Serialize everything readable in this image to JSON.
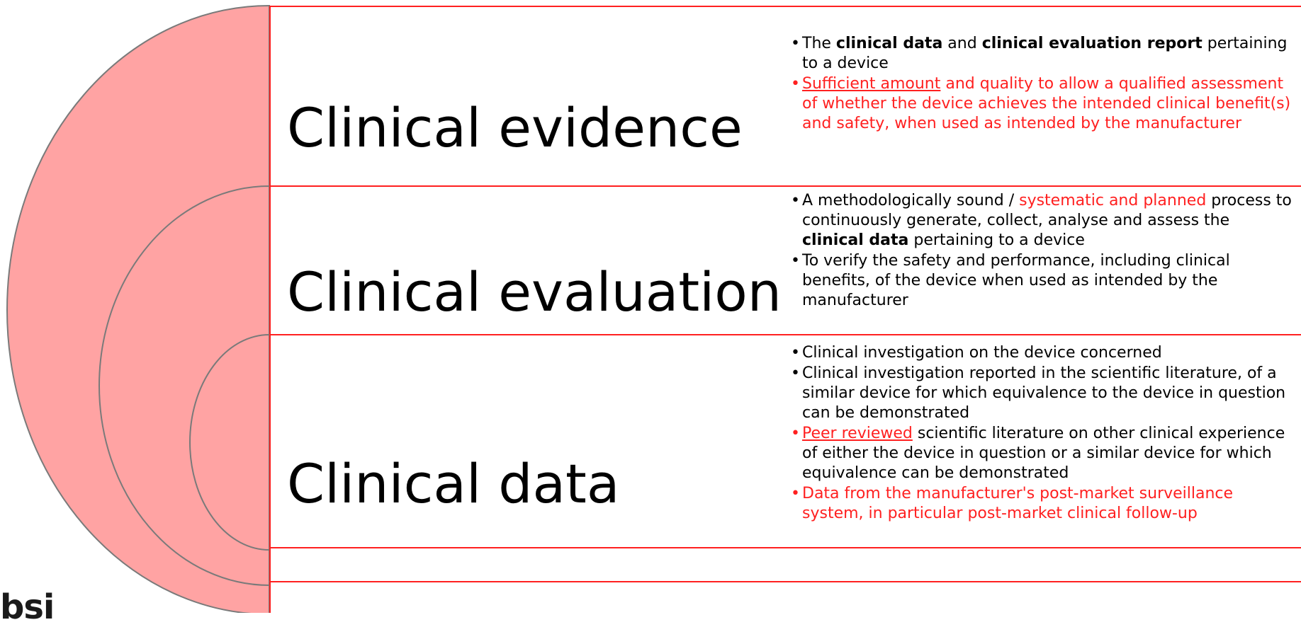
{
  "rows": [
    {
      "term": "Clinical evidence",
      "bullets": [
        {
          "parts": [
            {
              "text": "The ",
              "bold": false,
              "red": false,
              "underline": false
            },
            {
              "text": "clinical data",
              "bold": true,
              "red": false,
              "underline": false
            },
            {
              "text": " and ",
              "bold": false,
              "red": false,
              "underline": false
            },
            {
              "text": "clinical evaluation report",
              "bold": true,
              "red": false,
              "underline": false
            },
            {
              "text": " pertaining to a device",
              "bold": false,
              "red": false,
              "underline": false
            }
          ]
        },
        {
          "red_bullet": true,
          "parts": [
            {
              "text": "Sufficient amount",
              "bold": false,
              "red": true,
              "underline": true
            },
            {
              "text": " and quality to allow a qualified assessment of whether the device achieves the intended clinical benefit(s) and safety, when used as intended by the manufacturer",
              "bold": false,
              "red": true,
              "underline": false
            }
          ]
        }
      ]
    },
    {
      "term": "Clinical evaluation",
      "bullets": [
        {
          "parts": [
            {
              "text": "A methodologically sound / ",
              "bold": false,
              "red": false,
              "underline": false
            },
            {
              "text": "systematic and planned",
              "bold": false,
              "red": true,
              "underline": false
            },
            {
              "text": " process to continuously generate, collect, analyse and assess the ",
              "bold": false,
              "red": false,
              "underline": false
            },
            {
              "text": "clinical data",
              "bold": true,
              "red": false,
              "underline": false
            },
            {
              "text": " pertaining to a device",
              "bold": false,
              "red": false,
              "underline": false
            }
          ]
        },
        {
          "parts": [
            {
              "text": "To verify the safety and performance, including clinical benefits, of the device when used as intended by the manufacturer",
              "bold": false,
              "red": false,
              "underline": false
            }
          ]
        }
      ]
    },
    {
      "term": "Clinical data",
      "bullets": [
        {
          "parts": [
            {
              "text": "Clinical investigation on the device concerned",
              "bold": false,
              "red": false,
              "underline": false
            }
          ]
        },
        {
          "parts": [
            {
              "text": "Clinical investigation reported in the scientific literature, of a similar device for which equivalence to the device in question can be demonstrated",
              "bold": false,
              "red": false,
              "underline": false
            }
          ]
        },
        {
          "red_bullet": true,
          "parts": [
            {
              "text": "Peer reviewed",
              "bold": false,
              "red": true,
              "underline": true
            },
            {
              "text": " scientific literature on other clinical experience of either the device in question or a similar device for which equivalence can be demonstrated",
              "bold": false,
              "red": false,
              "underline": false
            }
          ]
        },
        {
          "red_bullet": true,
          "parts": [
            {
              "text": "Data from the manufacturer's post-market surveillance system, in particular post-market clinical follow-up",
              "bold": false,
              "red": true,
              "underline": false
            }
          ]
        }
      ]
    }
  ],
  "logo": "bsi",
  "colors": {
    "arc_fill": "#ffa3a3",
    "arc_stroke": "#7a7a7a",
    "rule": "#ff2020",
    "accent_text": "#ff2020",
    "body_text": "#000000"
  }
}
